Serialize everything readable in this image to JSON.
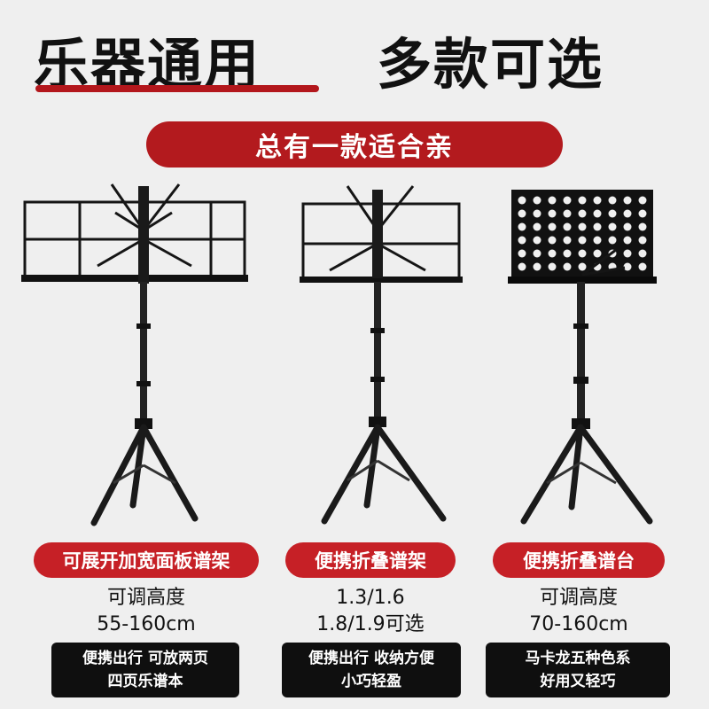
{
  "header": {
    "title_left": "乐器通用",
    "title_right": "多款可选",
    "banner": "总有一款适合亲"
  },
  "products": [
    {
      "label": "可展开加宽面板谱架",
      "spec_line1": "可调高度",
      "spec_line2": "55-160cm",
      "feature_line1": "便携出行 可放两页",
      "feature_line2": "四页乐谱本"
    },
    {
      "label": "便携折叠谱架",
      "spec_line1": "1.3/1.6",
      "spec_line2": "1.8/1.9可选",
      "feature_line1": "便携出行 收纳方便",
      "feature_line2": "小巧轻盈"
    },
    {
      "label": "便携折叠谱台",
      "spec_line1": "可调高度",
      "spec_line2": "70-160cm",
      "feature_line1": "马卡龙五种色系",
      "feature_line2": "好用又轻巧"
    }
  ],
  "colors": {
    "accent_red": "#c62026",
    "dark": "#0f0f0f",
    "background": "#efefef"
  }
}
